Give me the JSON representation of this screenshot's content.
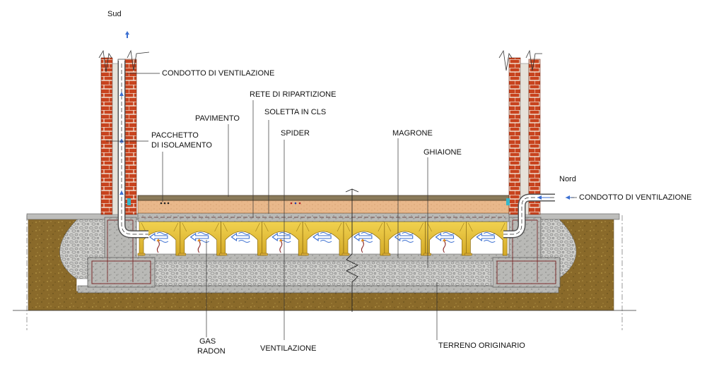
{
  "orientation": {
    "south": "Sud",
    "north": "Nord"
  },
  "labels": {
    "vent_duct_left": "CONDOTTO DI VENTILAZIONE",
    "vent_duct_right": "CONDOTTO DI VENTILAZIONE",
    "distribution_mesh": "RETE DI RIPARTIZIONE",
    "floor": "PAVIMENTO",
    "concrete_slab": "SOLETTA IN CLS",
    "insulation_line1": "PACCHETTO",
    "insulation_line2": "DI ISOLAMENTO",
    "spider": "SPIDER",
    "lean_concrete": "MAGRONE",
    "gravel": "GHIAIONE",
    "radon_line1": "GAS",
    "radon_line2": "RADON",
    "ventilation": "VENTILAZIONE",
    "original_ground": "TERRENO ORIGINARIO"
  },
  "colors": {
    "brick": "#c8431e",
    "mortar": "#f2e6d8",
    "soil": "#8a6a2a",
    "gravel": "#c9c9c6",
    "concrete": "#b9b9b6",
    "spider": "#e6c23a",
    "screed": "#e9b88b",
    "floor": "#6e5a3a",
    "airflow": "#3b6fd1",
    "radon": "#8a2a2a",
    "leader": "#333333"
  },
  "icons": [
    "arrow-up-icon",
    "airflow-arrow-icon",
    "radon-squiggle-icon",
    "break-line-icon"
  ]
}
